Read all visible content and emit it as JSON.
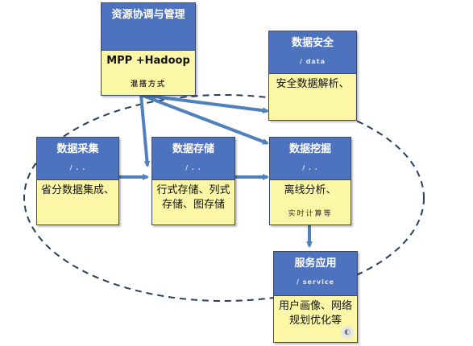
{
  "diagram": {
    "nodes": {
      "resource": {
        "title": "资源协调与管理",
        "subtitle": "",
        "body": "MPP +Hadoop",
        "note": "混搭方式"
      },
      "security": {
        "title": "数据安全",
        "subtitle": "/ data",
        "body": "安全数据解析、"
      },
      "collect": {
        "title": "数据采集",
        "subtitle": "/ . .",
        "body": "省分数据集成、"
      },
      "storage": {
        "title": "数据存储",
        "subtitle": "/ . .",
        "body": "行式存储、列式存储、图存储"
      },
      "mining": {
        "title": "数据挖掘",
        "subtitle": "/ . .",
        "body": "离线分析、",
        "note": "实时计算等"
      },
      "service": {
        "title": "服务应用",
        "subtitle": "/ service",
        "body": "用户画像、网络规划优化等"
      }
    },
    "colors": {
      "header": "#4e73be",
      "body": "#fbf7a6",
      "arrow": "#4f81bd",
      "ellipse": "#243f60"
    }
  }
}
